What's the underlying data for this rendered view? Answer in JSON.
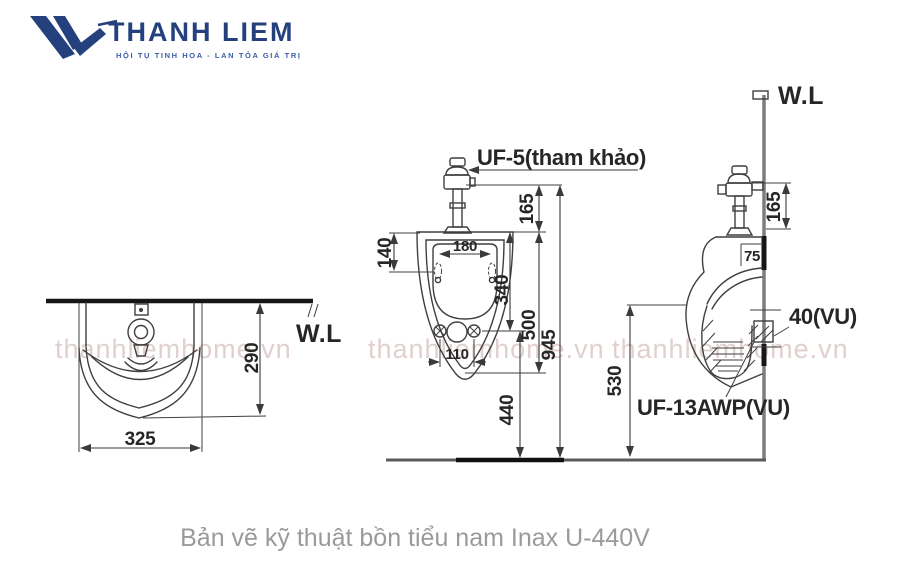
{
  "logo": {
    "brand": "THANH LIEM",
    "tagline": "HỘI TỤ TINH HOA - LAN TỎA GIÁ TRỊ"
  },
  "watermark": {
    "text": "thanhliemhome.vn"
  },
  "caption": "Bản vẽ kỹ thuật bồn tiểu nam Inax U-440V",
  "top_view": {
    "water_line_label": "W.L",
    "depth": "290",
    "width": "325"
  },
  "front_view": {
    "valve_label": "UF-5(tham khảo)",
    "inlet_offset": "165",
    "hanger_drop": "140",
    "hanger_spacing": "180",
    "rim_to_drain": "340",
    "rim_to_bottom": "500",
    "overall_height": "945",
    "bolt_spacing": "110",
    "drain_height": "440"
  },
  "side_view": {
    "water_line_label": "W.L",
    "inlet_offset": "165",
    "pipe_offset": "75",
    "outlet_label": "40(VU)",
    "trap_label": "UF-13AWP(VU)",
    "lip_height": "530"
  },
  "colors": {
    "line": "#3f3f3f",
    "brand_navy": "#24417e",
    "watermark_pink": "#e2cfcf",
    "caption_gray": "#9a9a9a"
  }
}
